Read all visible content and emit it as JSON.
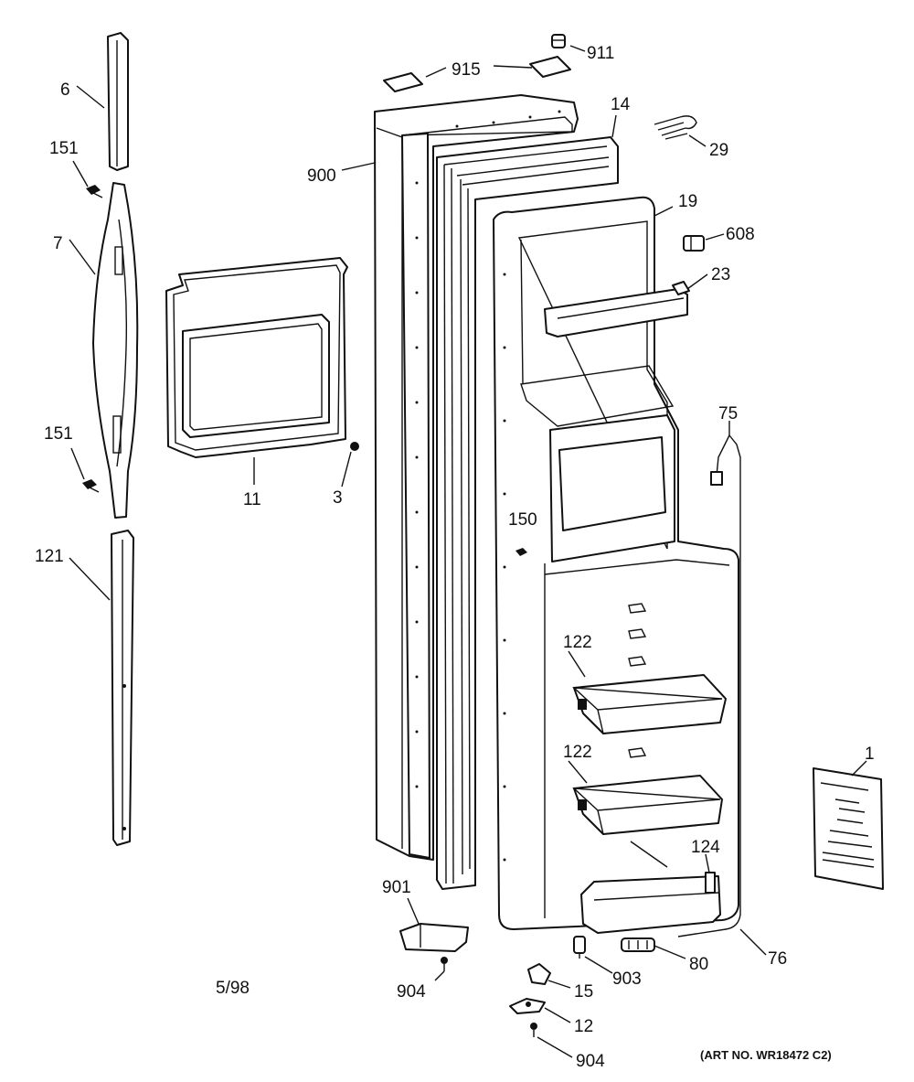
{
  "diagram": {
    "labels": {
      "p6": "6",
      "p151a": "151",
      "p7": "7",
      "p151b": "151",
      "p121": "121",
      "p11": "11",
      "p3": "3",
      "p900": "900",
      "p915": "915",
      "p911": "911",
      "p14": "14",
      "p29": "29",
      "p19": "19",
      "p608": "608",
      "p23": "23",
      "p75": "75",
      "p150": "150",
      "p122a": "122",
      "p122b": "122",
      "p124": "124",
      "p1": "1",
      "p901": "901",
      "p904a": "904",
      "p903": "903",
      "p80": "80",
      "p76": "76",
      "p15": "15",
      "p12": "12",
      "p904b": "904"
    },
    "date_code": "5/98",
    "art_number": "(ART NO. WR18472 C2)"
  }
}
